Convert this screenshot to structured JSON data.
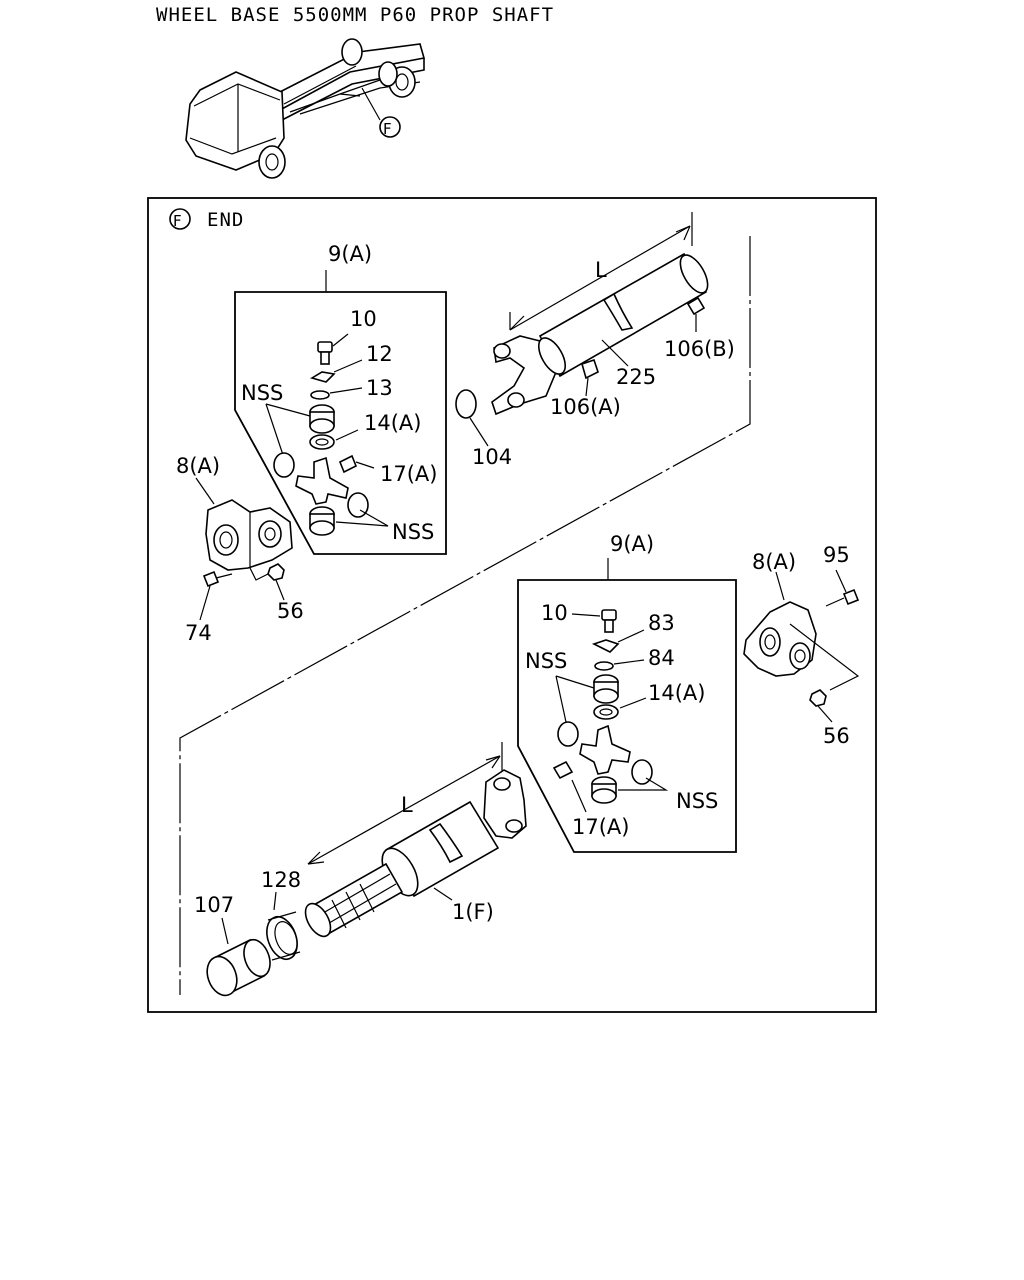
{
  "title": "WHEEL BASE 5500MM P60 PROP SHAFT",
  "view_marker": "F",
  "section_label": "END",
  "dimension_label": "L",
  "labels": {
    "upper_kit": "9(A)",
    "lower_kit": "9(A)",
    "p10_upper": "10",
    "p12": "12",
    "p13": "13",
    "nss_upper_1": "NSS",
    "p14_upper": "14(A)",
    "p17_upper": "17(A)",
    "nss_upper_2": "NSS",
    "p8_left": "8(A)",
    "p74": "74",
    "p56_left": "56",
    "p104": "104",
    "p225": "225",
    "p106a": "106(A)",
    "p106b": "106(B)",
    "p10_lower": "10",
    "p83": "83",
    "p84": "84",
    "nss_lower_1": "NSS",
    "p14_lower": "14(A)",
    "p17_lower": "17(A)",
    "nss_lower_2": "NSS",
    "p8_right": "8(A)",
    "p95": "95",
    "p56_right": "56",
    "p1f": "1(F)",
    "p107": "107",
    "p128": "128"
  }
}
